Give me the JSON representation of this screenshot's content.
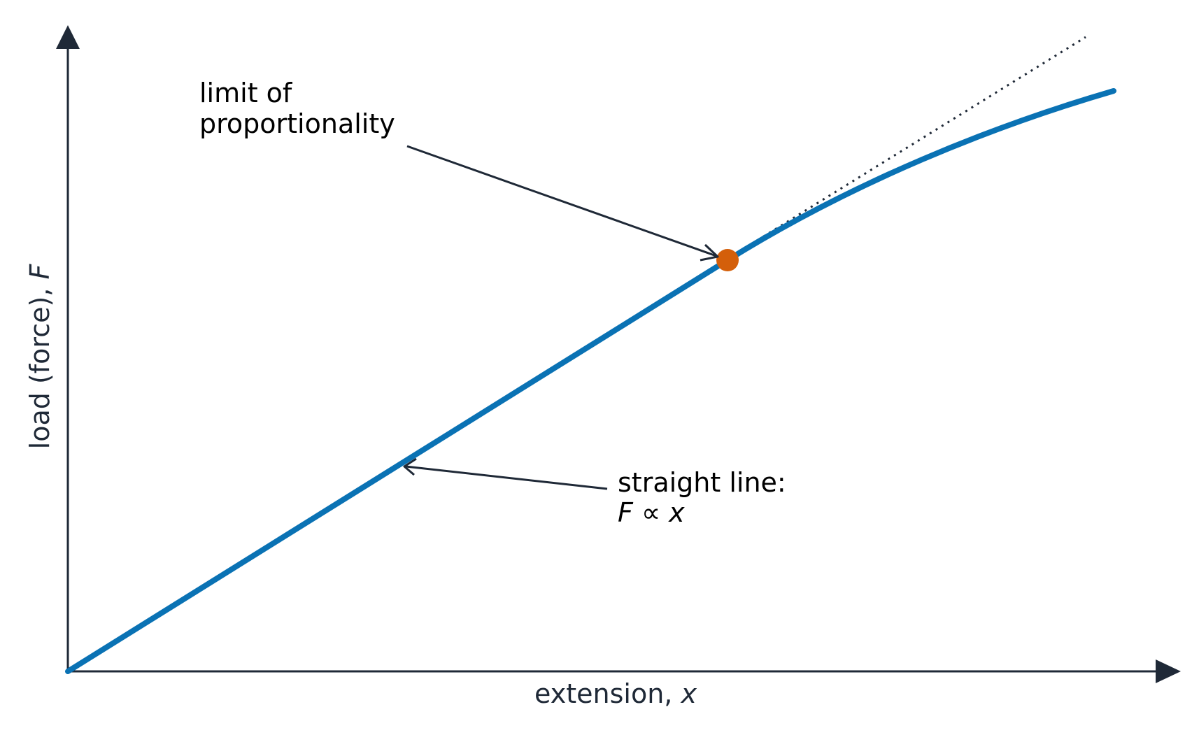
{
  "colors": {
    "axis": "#1f2937",
    "curve": "#0a72b4",
    "marker": "#d45f0a",
    "text": "#000000"
  },
  "axes": {
    "x_label_text": "extension, ",
    "x_label_var": "x",
    "y_label_text": "load (force), ",
    "y_label_var": "F"
  },
  "annotations": {
    "limit_line1": "limit of",
    "limit_line2": "proportionality",
    "straight_line1": "straight line:",
    "straight_eq_F": "F",
    "straight_eq_prop": " ∝ ",
    "straight_eq_x": "x"
  }
}
